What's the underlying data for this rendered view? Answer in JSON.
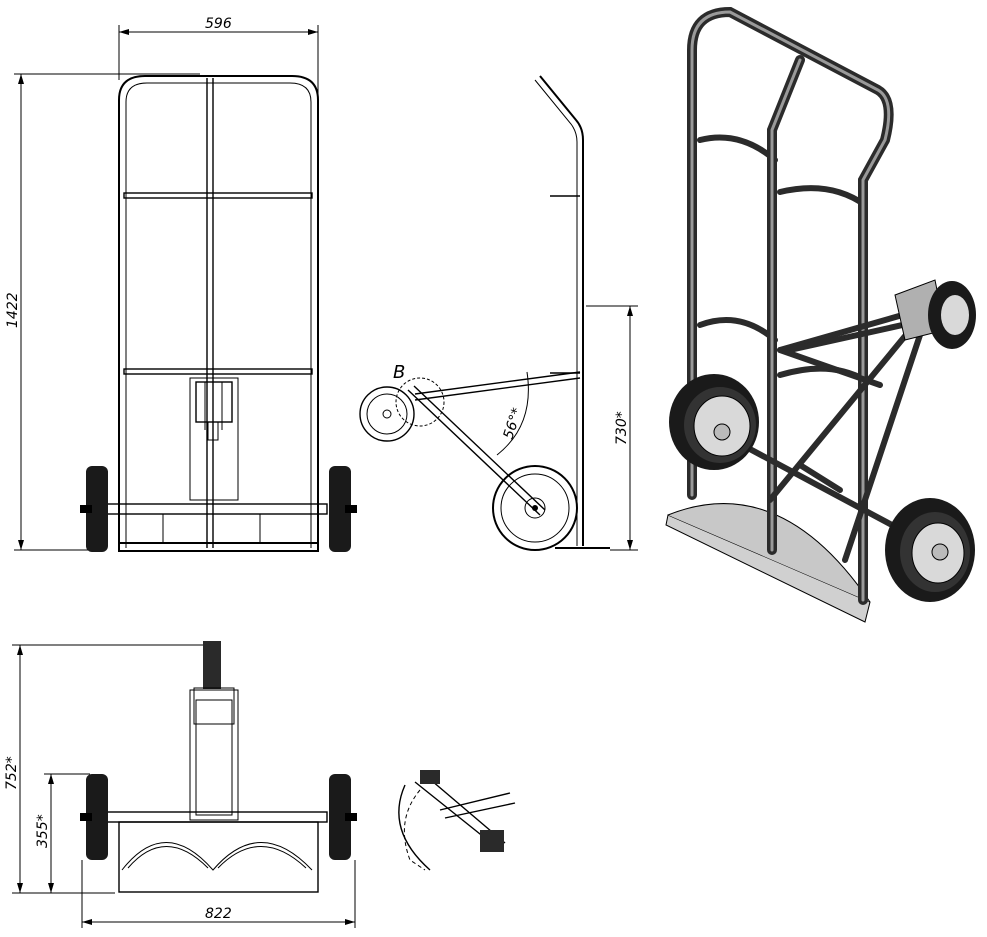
{
  "dimensions": {
    "front_width": "596",
    "front_height": "1422",
    "side_angle": "56°*",
    "side_axle_height": "730*",
    "detail_label": "B",
    "top_depth": "752*",
    "top_platform_depth": "355*",
    "top_width": "822"
  },
  "colors": {
    "line": "#000000",
    "tube_dark": "#2b2b2b",
    "tube_light": "#9a9a9a",
    "plate": "#c8c8c8",
    "tire": "#1a1a1a",
    "hub": "#d9d9d9"
  }
}
